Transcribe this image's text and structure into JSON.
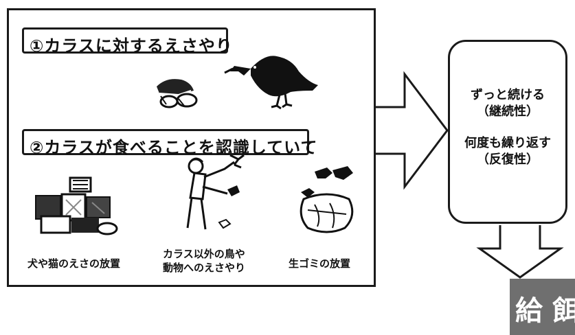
{
  "left_panel": {
    "item1_label": "①カラスに対するえさやり",
    "item2_label": "②カラスが食べることを認識していて",
    "caption_left": "犬や猫のえさの放置",
    "caption_middle_line1": "カラス以外の鳥や",
    "caption_middle_line2": "動物へのえさやり",
    "caption_right": "生ゴミの放置"
  },
  "right_box": {
    "line1": "ずっと続ける",
    "line2": "（継続性）",
    "line3": "何度も繰り返す",
    "line4": "（反復性）"
  },
  "result": {
    "label": "給餌"
  },
  "colors": {
    "ink": "#1a1a1a",
    "result_background": "#6f6f6f"
  }
}
